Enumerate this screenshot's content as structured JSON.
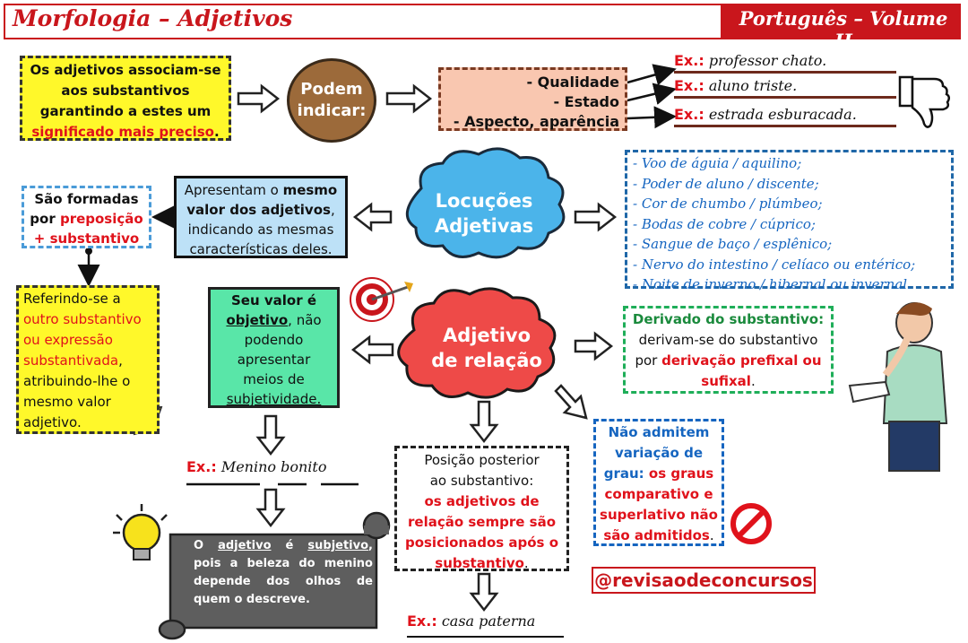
{
  "header": {
    "title": "Morfologia – Adjetivos",
    "volume": "Português – Volume II"
  },
  "intro": {
    "line1": "Os adjetivos associam-se",
    "line2": "aos substantivos",
    "line3": "garantindo a estes um",
    "highlight": "significado mais preciso",
    "end": "."
  },
  "podem": {
    "line1": "Podem",
    "line2": "indicar:"
  },
  "indicar": {
    "items": [
      "- Qualidade",
      "- Estado",
      "- Aspecto, aparência"
    ]
  },
  "examples": {
    "prefix": "Ex.:",
    "items": [
      "professor chato.",
      "aluno triste.",
      "estrada esburacada."
    ]
  },
  "locucoes": {
    "title_line1": "Locuções",
    "title_line2": "Adjetivas",
    "list": [
      "- Voo de águia / aquilino;",
      "- Poder de aluno / discente;",
      "- Cor de chumbo / plúmbeo;",
      "- Bodas de cobre / cúprico;",
      "- Sangue de baço / esplênico;",
      "- Nervo do intestino / celíaco ou entérico;",
      "- Noite de inverno / hibernal ou invernal."
    ],
    "mesmo": {
      "p1": "Apresentam o ",
      "b1": "mesmo",
      "b2": "valor dos adjetivos",
      "p2": ",",
      "p3": "indicando as mesmas",
      "p4": "características deles."
    },
    "formadas": {
      "line1": "São formadas",
      "p1": "por ",
      "prep": "preposição",
      "line3": "+ substantivo"
    },
    "refer": {
      "p1": "Referindo-se a",
      "r1": "outro substantivo",
      "r2": "ou expressão",
      "r3": "substantivada",
      "p2": ",",
      "p3": "atribuindo-lhe o",
      "p4": "mesmo valor",
      "p5": "adjetivo."
    }
  },
  "relacao": {
    "title_line1": "Adjetivo",
    "title_line2": "de relação",
    "valor": {
      "b1": "Seu valor é",
      "b2": "objetivo",
      "p1": ", não",
      "p2": "podendo",
      "p3": "apresentar",
      "p4": "meios de",
      "p5": "subjetividade."
    },
    "derivado": {
      "title": "Derivado do substantivo:",
      "p1": "derivam-se do substantivo",
      "p2": "por ",
      "r1": "derivação prefixal ou",
      "r2": "sufixal",
      "p3": "."
    },
    "posicao": {
      "p1": "Posição posterior",
      "p2": "ao substantivo:",
      "r1": "os adjetivos de",
      "r2": "relação sempre são",
      "r3": "posicionados após o",
      "r4": "substantivo",
      "p3": "."
    },
    "grau": {
      "b1": "Não admitem",
      "b2": "variação de",
      "b3": "grau:",
      "r1": " os graus",
      "r2": "comparativo e",
      "r3": "superlativo não",
      "r4": "são admitidos",
      "p1": "."
    },
    "ex_menino": "Menino bonito",
    "ex_casa": "casa paterna",
    "scroll": {
      "p1": "O ",
      "u1": "adjetivo",
      "p2": " é ",
      "u2": "subjetivo",
      "p3": ", pois a beleza do menino depende dos olhos de quem o descreve."
    }
  },
  "instagram": "@revisaodeconcursos",
  "colors": {
    "header_red": "#c9161c",
    "yellow": "#fff82a",
    "cloud_blue": "#4bb4ea",
    "cloud_red": "#ee4a48",
    "green_box": "#59e6a8",
    "light_blue": "#bde1f7",
    "salmon": "#f9c7b0",
    "brown": "#9c6a3a"
  }
}
